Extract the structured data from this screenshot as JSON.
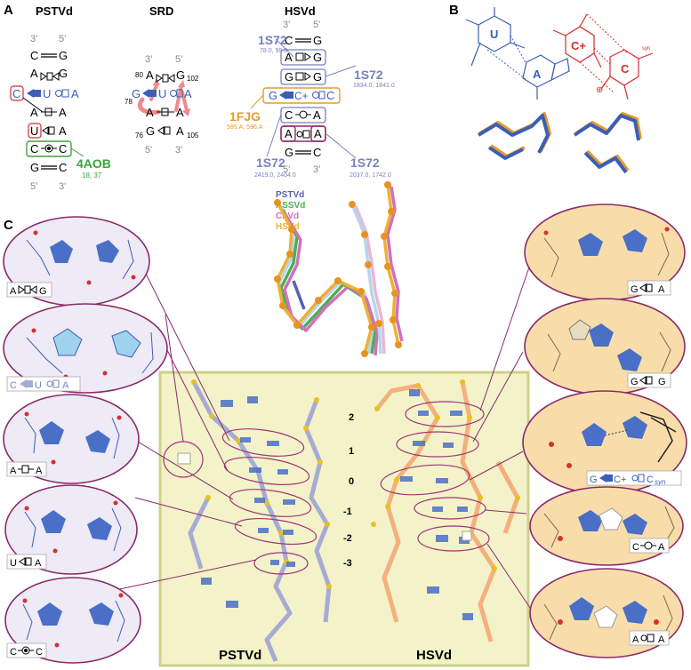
{
  "panel_labels": {
    "a": "A",
    "b": "B",
    "c": "C"
  },
  "panelA": {
    "pstvd": {
      "title": "PSTVd",
      "primes_top": [
        "3'",
        "5'"
      ],
      "primes_bottom": [
        "5'",
        "3'"
      ],
      "rows": [
        {
          "left": "C",
          "right": "G",
          "sym": "=="
        },
        {
          "left": "A",
          "right": "G",
          "sym": "tri-sq-tri"
        },
        {
          "left": "C",
          "mid": "U",
          "right": "A",
          "sym": "blue"
        },
        {
          "left": "A",
          "right": "A",
          "sym": "sq"
        },
        {
          "left": "U",
          "right": "A",
          "sym": "tri-sq"
        },
        {
          "left": "C",
          "right": "C",
          "sym": "circ"
        },
        {
          "left": "G",
          "right": "C",
          "sym": "=="
        }
      ],
      "pdb": {
        "id": "4AOB",
        "residues": "18, 37"
      }
    },
    "srd": {
      "title": "SRD",
      "primes_top": [
        "3'",
        "5'"
      ],
      "primes_bottom": [
        "5'",
        "3'"
      ],
      "rows": [
        {
          "left": "A",
          "right": "G"
        },
        {
          "left": "G",
          "mid": "U",
          "right": "A"
        },
        {
          "left": "A",
          "right": "A"
        },
        {
          "left": "G",
          "right": "A"
        }
      ],
      "numbers": {
        "n80": "80",
        "n78": "78",
        "n76": "76",
        "n102": "102",
        "n105": "105"
      }
    },
    "hsvd": {
      "title": "HSVd",
      "primes_top": [
        "3'",
        "5'"
      ],
      "primes_bottom": [
        "5'",
        "3'"
      ],
      "rows": [
        {
          "left": "C",
          "right": "G"
        },
        {
          "left": "A",
          "right": "G"
        },
        {
          "left": "G",
          "right": "G"
        },
        {
          "left": "G",
          "mid": "C+",
          "right": "C"
        },
        {
          "left": "C",
          "right": "A"
        },
        {
          "left": "A",
          "right": "A"
        },
        {
          "left": "G",
          "right": "C"
        }
      ],
      "annotations": [
        {
          "id": "1S72",
          "residues": "78.0, 99.0"
        },
        {
          "id": "1S72",
          "residues": "1834.0, 1841.0"
        },
        {
          "id": "1FJG",
          "residues": "595.A, 596.A"
        },
        {
          "id": "1S72",
          "residues": "2419.0, 2404.0"
        },
        {
          "id": "1S72",
          "residues": "2037.0, 1742.0"
        }
      ]
    }
  },
  "panelB": {
    "left": {
      "base1": "U",
      "base2": "A"
    },
    "right": {
      "base1": "C+",
      "base2": "C",
      "syn": "syn",
      "plus": "⊕"
    }
  },
  "legend": [
    {
      "name": "PSTVd",
      "color": "#5a5fb0"
    },
    {
      "name": "ASSVd",
      "color": "#4caf50"
    },
    {
      "name": "CbVd",
      "color": "#d070c0"
    },
    {
      "name": "HSVd",
      "color": "#f0b030"
    }
  ],
  "panelC": {
    "left_labels": [
      "A",
      "G",
      "C",
      "U",
      "A",
      "A",
      "A",
      "U",
      "A",
      "C",
      "C"
    ],
    "left_pairs": [
      {
        "left": "A",
        "right": "G"
      },
      {
        "left": "C",
        "mid": "U",
        "right": "A"
      },
      {
        "left": "A",
        "right": "A"
      },
      {
        "left": "U",
        "right": "A"
      },
      {
        "left": "C",
        "right": "C"
      }
    ],
    "right_pairs": [
      {
        "left": "G",
        "right": "A"
      },
      {
        "left": "G",
        "right": "G"
      },
      {
        "left": "G",
        "mid": "C+",
        "right": "C",
        "sub": "syn"
      },
      {
        "left": "C",
        "right": "A"
      },
      {
        "left": "A",
        "right": "A"
      }
    ],
    "levels": [
      "2",
      "1",
      "0",
      "-1",
      "-2",
      "-3"
    ],
    "bottom_left": "PSTVd",
    "bottom_right": "HSVd"
  },
  "colors": {
    "blue": "#3a5fb5",
    "red": "#d52b2b",
    "green": "#3aa53a",
    "orange": "#e79a2a",
    "purple": "#7a80c0",
    "maroon": "#8a2a6a",
    "panel_bg": "#f3f2c8",
    "ellipse_bg": "#eeeaf6",
    "ellipse_bg2": "#f8ddaa"
  }
}
